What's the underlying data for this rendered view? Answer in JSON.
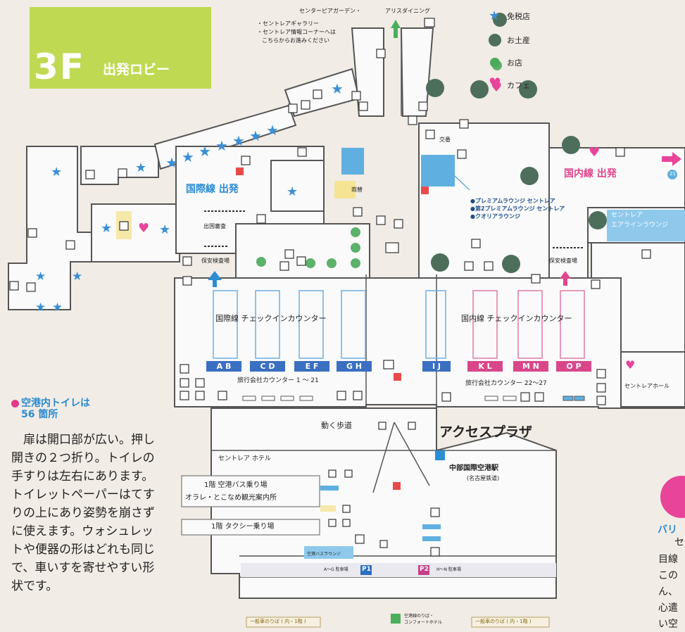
{
  "banner": {
    "floor": "3F",
    "lobby": "出発ロビー"
  },
  "top_labels": {
    "center_air_garden": "センターピアガーデン・",
    "aries_dining": "アリスダイニング",
    "gallery_note": [
      "・セントレアギャラリー",
      "・セントレア情報コーナーへは",
      "こちらからお進みください"
    ]
  },
  "legend": [
    {
      "label": "免税店",
      "icon": "star-icon",
      "color": "#3b8fd6"
    },
    {
      "label": "お土産",
      "icon": "gift-circle-icon",
      "color": "#4e6e5c"
    },
    {
      "label": "お店",
      "icon": "shop-icon",
      "color": "#4caa5a"
    },
    {
      "label": "カフェ",
      "icon": "heart-icon",
      "color": "#e8449a"
    }
  ],
  "areas": {
    "international_departure": "国際線 出発",
    "domestic_departure": "国内線 出発",
    "departure_immigration": "出国審査",
    "security_left": "保安検査場",
    "security_right": "保安検査場",
    "lounges": [
      "●プレミアムラウンジ セントレア",
      "●第2プレミアムラウンジ セントレア",
      "●クオリアラウンジ"
    ],
    "centrair_lounge": [
      "セントレア",
      "エアラインラウンジ"
    ],
    "centrair_hall": "セントレアホール",
    "exchange": "両替",
    "transport": "交番",
    "number_21": "21"
  },
  "checkin": {
    "international": "国際線 チェックインカウンター",
    "domestic": "国内線 チェックインカウンター",
    "counters_intl": [
      "A B",
      "C D",
      "E F",
      "G H"
    ],
    "counter_center": "I J",
    "counters_dom": [
      "K L",
      "M N",
      "O P"
    ],
    "travel_intl": "旅行会社カウンター 1 〜 21",
    "travel_dom": "旅行会社カウンター 22〜27"
  },
  "access": {
    "moving_walkway": "動く歩道",
    "access_plaza": "アクセスプラザ",
    "station": "中部国際空港駅",
    "station_sub": "(名古屋鉄道)",
    "hotel": "セントレア ホテル",
    "bus_line": "1階 空港バス乗り場",
    "tourist_info": "オラレ・とこなめ観光案内所",
    "taxi": "1階 タクシー乗り場",
    "p1": "P1",
    "p2": "P2",
    "p1_note": "A〜G 駐車場",
    "p2_note": "H〜N 駐車場",
    "bus_bottom_left": "一般車のりば ( 内・1階 )",
    "bus_bottom_right": "一般車のりば ( 内・1階 )",
    "bottom_center": [
      "空港線のりば・",
      "コンフォートホテル"
    ],
    "kiosk": "空港バスラウンジ"
  },
  "note": {
    "title_line1": "空港内トイレは",
    "title_line2": "56 箇所",
    "body": "　扉は開口部が広い。押し開きの２つ折り。トイレの手すりは左右にあります。トイレットペーパーはてすりの上にあり姿勢を崩さずに使えます。ウォシュレットや便器の形はどれも同じで、車いすを寄せやすい形状です。"
  },
  "right_edge": {
    "label": "バリ",
    "lines": [
      "セ",
      "目線",
      "この",
      "ん、",
      "心遣",
      "い空"
    ]
  },
  "colors": {
    "banner": "#bfda52",
    "blue": "#3a6fc2",
    "pink": "#d9478a",
    "sky": "#2a8cd2",
    "wall": "#555555"
  }
}
